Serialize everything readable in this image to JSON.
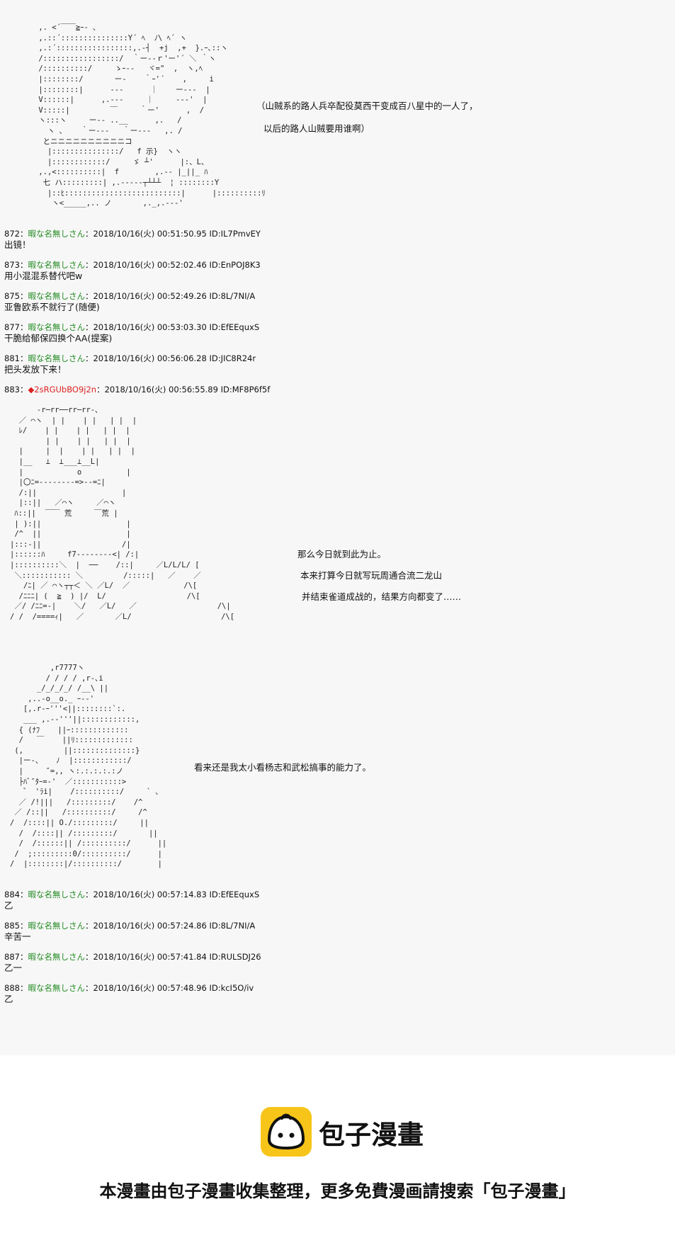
{
  "art": {
    "a1": " ,. <´￣￣≧ｰ- ､\n ,.::´:::::::::::::::Y´ ﾍ  ﾉ\\ ﾍ´ ヽ\n ,.:´:::::::::::::::::,.-┤  +j  ,+  }.ｰ､::ヽ\n /:::::::::::::::::/  ｀ー--ｒ'ー'´ ＼ ｀ヽ\n /::::::::::/     ゝｰ--   ヾ=\"  ,  ヽ,ﾍ\n |::::::::/       ー-    ｀ｰ'´    ,     i\n |::::::::|      ‐‐‐      ｜    ー‐‐‐  |\n V::::::|      ,.‐‐‐     ｜     ‐‐‐'  |\n V:::::|         ￣     ｀ー'      ,  /\n ヽ:::ヽ     ー-- ..__      ,.   /\n   ヽ ､    ｀ー--‐   ｀ー--‐   ,. /\n  とニニニニニニニニニニコ\n   |:::::::::::::::/   f 示}  ヽヽ\n   |::::::::::::/     ゞ ┴'      |:、L、\n ,.,<::::::::::|  f        ,.-‐ |_||_ ﾊ\n  七 ハ:::::::::| ,.--‐‐‐┬┴┴┴  ¦ ::::::::Y\n   |::ﾋ::::::::::::::::::::::::::|      |::::::::::ﾘ\n    ヽ<_____,.. ノ       ,._,.--‐'",
    "a2": "      -r─rr──rr─rr-､\n  ／ ⌒ヽ  | |    | |   | |  |\n  ﾚ/    | |    | |   | |  |\n        | |    | |   | |  |\n  |     |  |    | |   | |  |\n  |__   ⊥  ⊥___⊥__L|\n  |            o          |\n  |〇ﾆ=--‐‐‐‐‐‐=>‐-=ﾆ|\n  /:||                   |\n  |::||   ／⌒ヽ     ／⌒ヽ\n ﾊ::||  ￣￣ 荒     ￣荒 |\n | ):||                   |\n /^  ||                   |\n|:::‐||                  /|\n|::::::ﾊ     f7‐‐‐‐‐‐‐‐<| /:|\n|::::::::::＼  |  ──    /::|     ／L/L/L/ [\n ＼::::::::::: ＼         /:::::|   ／    ／\n   /ﾆ| ／ ⌒ヽ┬┬＜ ＼ ／L/  ／            /\\[\n  /ﾆﾆﾆ| (  ≧  ) |/  L/                  /\\[\n ／/ /ﾆﾆ=-|    ＼/   ／L/   ／                  /\\|\n/ /  /====ｨ|   ／       ／L/                    /\\[",
    "a3": "         ,r7777ヽ\n        / / / / ,r-､i\n      _/_/_/_/ /__\\ ||\n    ,..-o__o._ ｰ-‐'\n   [,.r‐ｰ'''<||::::::::`:.\n   ___ ,.-‐'''||::::::::::::,\n  { (ﾅﾌ    ||ｰ:::::::::::::\n  /   ￣    ||ﾘ:::::::::::::\n (,         ||::::::::::::::}\n  |ー-、   ﾉ  |::::::::::::/\n  |     ″=,, ヽ:.:.:.:.:ノ\n  ├ﾊﾞ″ﾀｰ=-'  ／:::::::::::>\n   ゛ 'ﾗi|    /::::::::::/     ` ､\n  ／ /!|||   /:::::::::/    /^\n ／ /::||   /::::::::::/     /^\n/  /::::|| O./:::::::::/     ||\n  /  /::::|| /:::::::::/       ||\n  /  /::::::|| /::::::::::/      ||\n /  ;:::::::::0/::::::::::/      |\n/  |::::::::|/::::::::::/        |"
  },
  "said": {
    "s1a": "（山贼系的路人兵卒配役莫西干变成百八星中的一人了，",
    "s1b": "以后的路人山贼要用谁啊）",
    "s2a": "那么今日就到此为止。",
    "s2b": "本来打算今日就写玩周通合流二龙山",
    "s2c": "并结束雀道成战的，结果方向都变了……",
    "s3": "看来还是我太小看杨志和武松搞事的能力了。"
  },
  "posts": [
    {
      "num": "872：",
      "name": "暇な名無しさん",
      "meta": "：2018/10/16(火) 00:51:50.95 ID:IL7PmvEY",
      "body": "出镜！"
    },
    {
      "num": "873：",
      "name": "暇な名無しさん",
      "meta": "：2018/10/16(火) 00:52:02.46 ID:EnPOJ8K3",
      "body": "用小混混系替代吧w"
    },
    {
      "num": "875：",
      "name": "暇な名無しさん",
      "meta": "：2018/10/16(火) 00:52:49.26 ID:8L/7NI/A",
      "body": "亚鲁欧系不就行了(随便)"
    },
    {
      "num": "877：",
      "name": "暇な名無しさん",
      "meta": "：2018/10/16(火) 00:53:03.30 ID:EfEEquxS",
      "body": "干脆给郁保四换个AA(提案)"
    },
    {
      "num": "881：",
      "name": "暇な名無しさん",
      "meta": "：2018/10/16(火) 00:56:06.28 ID:JIC8R24r",
      "body": "把头发放下来！"
    },
    {
      "num": "883：",
      "name": "◆2sRGUbBO9j2n",
      "meta": "：2018/10/16(火) 00:56:55.89 ID:MF8P6f5f",
      "body": ""
    },
    {
      "num": "884：",
      "name": "暇な名無しさん",
      "meta": "：2018/10/16(火) 00:57:14.83 ID:EfEEquxS",
      "body": "乙"
    },
    {
      "num": "885：",
      "name": "暇な名無しさん",
      "meta": "：2018/10/16(火) 00:57:24.86 ID:8L/7NI/A",
      "body": "辛苦一"
    },
    {
      "num": "887：",
      "name": "暇な名無しさん",
      "meta": "：2018/10/16(火) 00:57:41.84 ID:RULSDJ26",
      "body": "乙一"
    },
    {
      "num": "888：",
      "name": "暇な名無しさん",
      "meta": "：2018/10/16(火) 00:57:48.96 ID:kcI5O/iv",
      "body": "乙"
    }
  ],
  "footer": {
    "brand": "包子漫畫",
    "note": "本漫畫由包子漫畫收集整理，更多免費漫画請搜索「包子漫畫」"
  },
  "colors": {
    "name_green": "#228b22",
    "trip_red": "#dd2222",
    "logo_yellow": "#f7c519"
  }
}
